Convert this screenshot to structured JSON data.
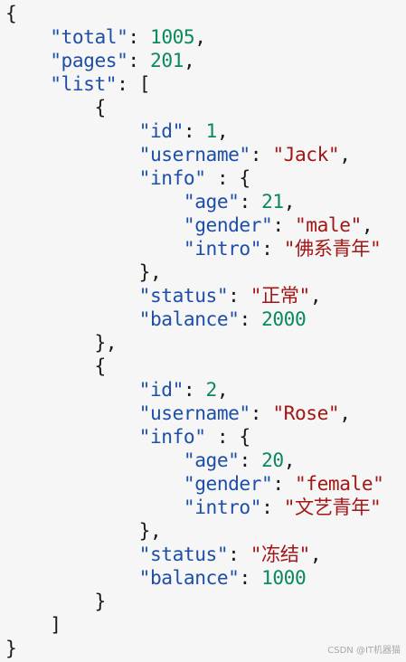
{
  "code": {
    "lines": [
      [
        {
          "t": "p",
          "v": "{"
        }
      ],
      [
        {
          "t": "p",
          "v": "    "
        },
        {
          "t": "k",
          "v": "\"total\""
        },
        {
          "t": "p",
          "v": ": "
        },
        {
          "t": "n",
          "v": "1005"
        },
        {
          "t": "p",
          "v": ","
        }
      ],
      [
        {
          "t": "p",
          "v": "    "
        },
        {
          "t": "k",
          "v": "\"pages\""
        },
        {
          "t": "p",
          "v": ": "
        },
        {
          "t": "n",
          "v": "201"
        },
        {
          "t": "p",
          "v": ","
        }
      ],
      [
        {
          "t": "p",
          "v": "    "
        },
        {
          "t": "k",
          "v": "\"list\""
        },
        {
          "t": "p",
          "v": ": ["
        }
      ],
      [
        {
          "t": "p",
          "v": "        {"
        }
      ],
      [
        {
          "t": "p",
          "v": "            "
        },
        {
          "t": "k",
          "v": "\"id\""
        },
        {
          "t": "p",
          "v": ": "
        },
        {
          "t": "n",
          "v": "1"
        },
        {
          "t": "p",
          "v": ","
        }
      ],
      [
        {
          "t": "p",
          "v": "            "
        },
        {
          "t": "k",
          "v": "\"username\""
        },
        {
          "t": "p",
          "v": ": "
        },
        {
          "t": "s",
          "v": "\"Jack\""
        },
        {
          "t": "p",
          "v": ","
        }
      ],
      [
        {
          "t": "p",
          "v": "            "
        },
        {
          "t": "k",
          "v": "\"info\""
        },
        {
          "t": "p",
          "v": " : {"
        }
      ],
      [
        {
          "t": "p",
          "v": "                "
        },
        {
          "t": "k",
          "v": "\"age\""
        },
        {
          "t": "p",
          "v": ": "
        },
        {
          "t": "n",
          "v": "21"
        },
        {
          "t": "p",
          "v": ","
        }
      ],
      [
        {
          "t": "p",
          "v": "                "
        },
        {
          "t": "k",
          "v": "\"gender\""
        },
        {
          "t": "p",
          "v": ": "
        },
        {
          "t": "s",
          "v": "\"male\""
        },
        {
          "t": "p",
          "v": ","
        }
      ],
      [
        {
          "t": "p",
          "v": "                "
        },
        {
          "t": "k",
          "v": "\"intro\""
        },
        {
          "t": "p",
          "v": ": "
        },
        {
          "t": "s",
          "v": "\"佛系青年\""
        }
      ],
      [
        {
          "t": "p",
          "v": "            },"
        }
      ],
      [
        {
          "t": "p",
          "v": "            "
        },
        {
          "t": "k",
          "v": "\"status\""
        },
        {
          "t": "p",
          "v": ": "
        },
        {
          "t": "s",
          "v": "\"正常\""
        },
        {
          "t": "p",
          "v": ","
        }
      ],
      [
        {
          "t": "p",
          "v": "            "
        },
        {
          "t": "k",
          "v": "\"balance\""
        },
        {
          "t": "p",
          "v": ": "
        },
        {
          "t": "n",
          "v": "2000"
        }
      ],
      [
        {
          "t": "p",
          "v": "        },"
        }
      ],
      [
        {
          "t": "p",
          "v": "        {"
        }
      ],
      [
        {
          "t": "p",
          "v": "            "
        },
        {
          "t": "k",
          "v": "\"id\""
        },
        {
          "t": "p",
          "v": ": "
        },
        {
          "t": "n",
          "v": "2"
        },
        {
          "t": "p",
          "v": ","
        }
      ],
      [
        {
          "t": "p",
          "v": "            "
        },
        {
          "t": "k",
          "v": "\"username\""
        },
        {
          "t": "p",
          "v": ": "
        },
        {
          "t": "s",
          "v": "\"Rose\""
        },
        {
          "t": "p",
          "v": ","
        }
      ],
      [
        {
          "t": "p",
          "v": "            "
        },
        {
          "t": "k",
          "v": "\"info\""
        },
        {
          "t": "p",
          "v": " : {"
        }
      ],
      [
        {
          "t": "p",
          "v": "                "
        },
        {
          "t": "k",
          "v": "\"age\""
        },
        {
          "t": "p",
          "v": ": "
        },
        {
          "t": "n",
          "v": "20"
        },
        {
          "t": "p",
          "v": ","
        }
      ],
      [
        {
          "t": "p",
          "v": "                "
        },
        {
          "t": "k",
          "v": "\"gender\""
        },
        {
          "t": "p",
          "v": ": "
        },
        {
          "t": "s",
          "v": "\"female\""
        }
      ],
      [
        {
          "t": "p",
          "v": "                "
        },
        {
          "t": "k",
          "v": "\"intro\""
        },
        {
          "t": "p",
          "v": ": "
        },
        {
          "t": "s",
          "v": "\"文艺青年\""
        }
      ],
      [
        {
          "t": "p",
          "v": "            },"
        }
      ],
      [
        {
          "t": "p",
          "v": "            "
        },
        {
          "t": "k",
          "v": "\"status\""
        },
        {
          "t": "p",
          "v": ": "
        },
        {
          "t": "s",
          "v": "\"冻结\""
        },
        {
          "t": "p",
          "v": ","
        }
      ],
      [
        {
          "t": "p",
          "v": "            "
        },
        {
          "t": "k",
          "v": "\"balance\""
        },
        {
          "t": "p",
          "v": ": "
        },
        {
          "t": "n",
          "v": "1000"
        }
      ],
      [
        {
          "t": "p",
          "v": "        }"
        }
      ],
      [
        {
          "t": "p",
          "v": "    ]"
        }
      ],
      [
        {
          "t": "p",
          "v": "}"
        }
      ]
    ]
  },
  "colors": {
    "key": "#1d4fa8",
    "number": "#0a8a5a",
    "string": "#a31616",
    "punctuation": "#1a1a1a",
    "background": "#f6f6f6"
  },
  "watermark": {
    "text": "CSDN @IT机器猫"
  }
}
